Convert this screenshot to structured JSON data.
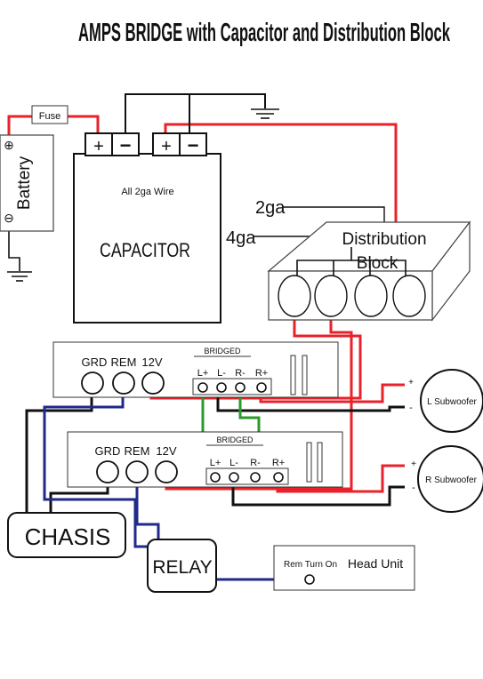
{
  "title": "AMPS BRIDGE with Capacitor and Distribution Block",
  "fuse_label": "Fuse",
  "battery": {
    "label": "Battery",
    "plus": "⊕",
    "minus": "⊖"
  },
  "capacitor": {
    "label": "CAPACITOR",
    "wire_note": "All 2ga Wire",
    "plus": "+",
    "minus": "−"
  },
  "gauge_labels": {
    "top": "2ga",
    "bottom": "4ga"
  },
  "distribution_block": {
    "line1": "Distribution",
    "line2": "Block"
  },
  "amp1": {
    "grd": "GRD",
    "rem": "REM",
    "v12": "12V",
    "bridged": "BRIDGED",
    "lplus": "L+",
    "lminus": "L-",
    "rminus": "R-",
    "rplus": "R+"
  },
  "amp2": {
    "grd": "GRD",
    "rem": "REM",
    "v12": "12V",
    "bridged": "BRIDGED",
    "lplus": "L+",
    "lminus": "L-",
    "rminus": "R-",
    "rplus": "R+"
  },
  "subwoofers": {
    "left": "L Subwoofer",
    "right": "R Subwoofer",
    "plus": "+",
    "minus": "-"
  },
  "chasis_label": "CHASIS",
  "relay_label": "RELAY",
  "head_unit": {
    "rem_label": "Rem Turn On",
    "label": "Head Unit"
  },
  "colors": {
    "power": "#e8222a",
    "remote": "#1f2a8a",
    "ground": "#111111",
    "bridge": "#2a9a2a"
  }
}
